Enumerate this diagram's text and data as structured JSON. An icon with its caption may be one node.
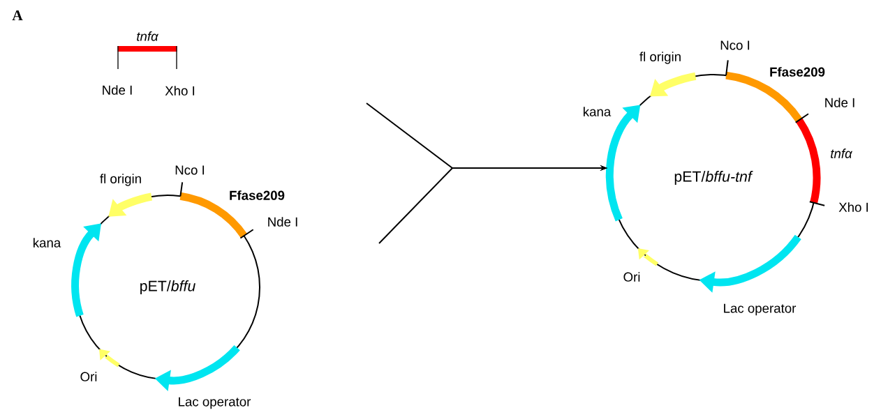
{
  "diagram": {
    "nodes": [
      {
        "text": [
          "tnfα"
        ]
      },
      {
        "text": [
          "pET/*bffu*"
        ]
      },
      {
        "text": [
          "pET/*bffu-tnf*"
        ]
      }
    ],
    "edges": [
      {
        "from": null,
        "to": 2,
        "arrow": "to"
      },
      {
        "from": null,
        "to": 2,
        "arrow": "to"
      }
    ],
    "labels": [
      "A",
      "Nde I",
      "Xho I",
      "fl origin",
      "Nco I",
      "Ffase209",
      "Nde I",
      "kana",
      "Ori",
      "Lac operator",
      "fl origin",
      "Nco I",
      "Ffase209",
      "Nde I",
      "kana",
      "tnfα",
      "Xho I",
      "Ori",
      "Lac operator"
    ]
  }
}
